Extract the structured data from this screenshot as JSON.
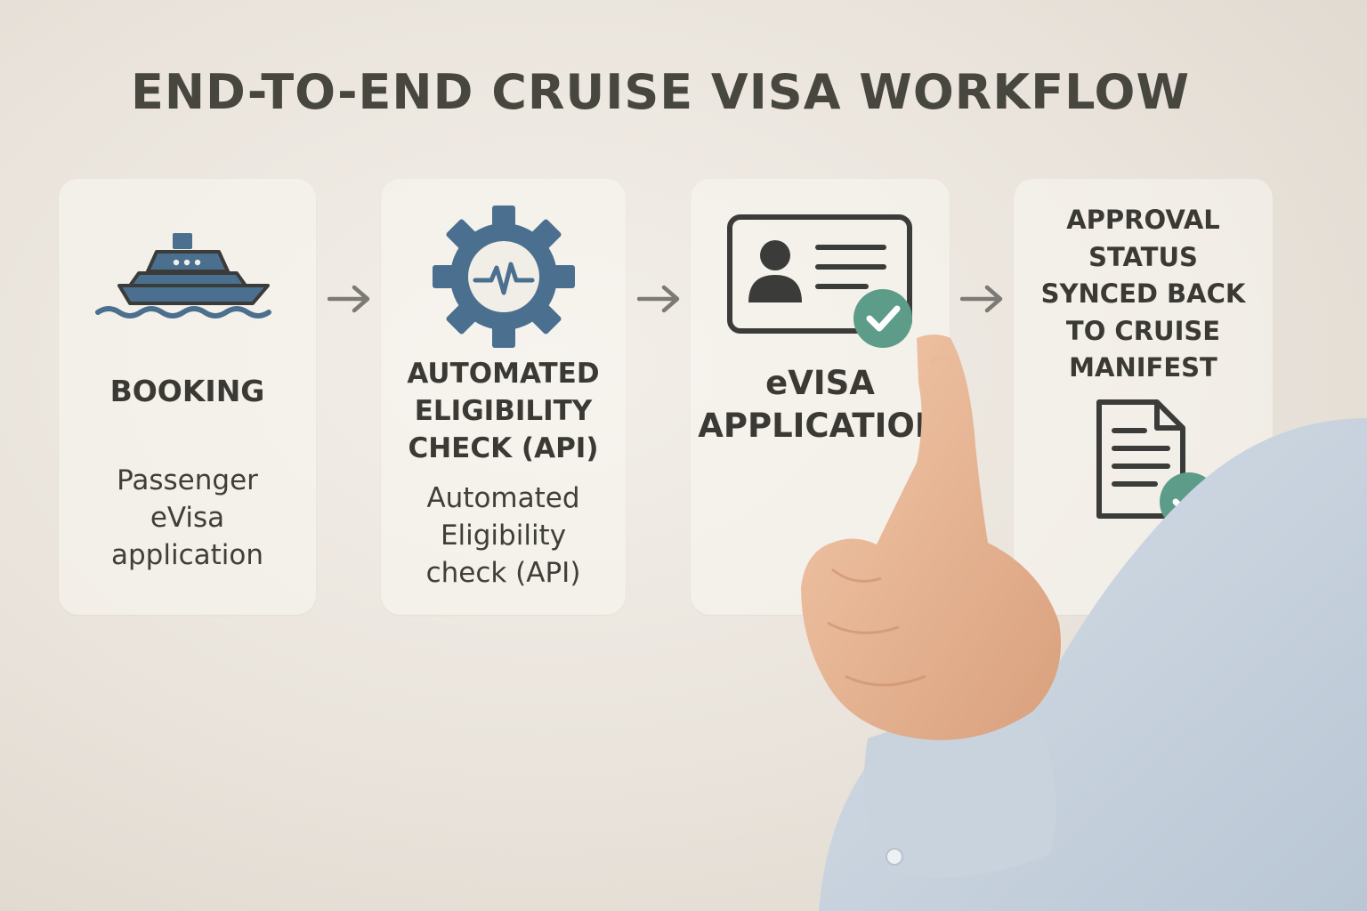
{
  "title": "END-TO-END CRUISE VISA WORKFLOW",
  "colors": {
    "icon_blue": "#4b6f8e",
    "icon_dark": "#3b3c3a",
    "check_green": "#5e9c8a",
    "arrow": "#7b7a74"
  },
  "steps": [
    {
      "icon": "cruise-ship-icon",
      "heading_lines": [
        "BOOKING"
      ],
      "body_lines": [
        "Passenger",
        "eVisa",
        "application"
      ]
    },
    {
      "icon": "gear-pulse-icon",
      "heading_lines": [
        "AUTOMATED",
        "ELIGIBILITY",
        "CHECK (API)"
      ],
      "body_lines": [
        "Automated",
        "Eligibility",
        "check (API)"
      ]
    },
    {
      "icon": "id-card-check-icon",
      "heading_lines": [
        "eVISA",
        "APPLICATION"
      ],
      "body_lines": []
    },
    {
      "icon": "document-check-icon",
      "heading_lines": [
        "APPROVAL",
        "STATUS",
        "SYNCED BACK",
        "TO CRUISE",
        "MANIFEST"
      ],
      "body_lines": []
    }
  ]
}
